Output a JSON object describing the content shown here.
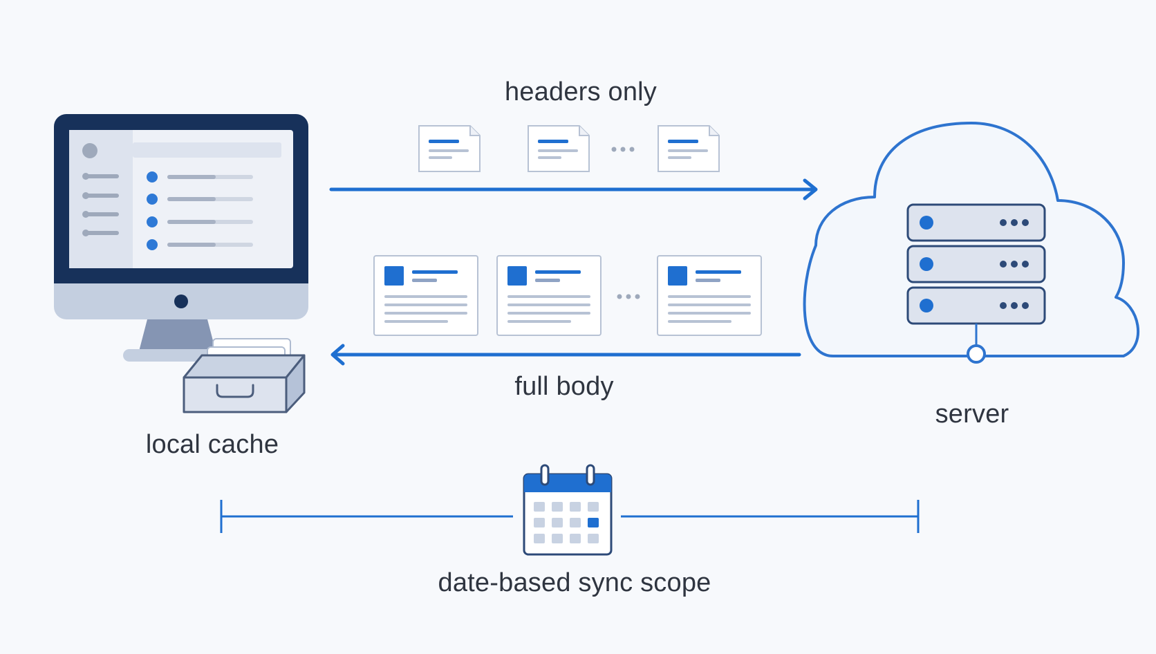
{
  "labels": {
    "headers": "headers only",
    "full_body": "full body",
    "server": "server",
    "local_cache": "local cache",
    "sync_scope": "date-based sync scope"
  },
  "colors": {
    "accent": "#1f6fd0",
    "navy": "#17315a",
    "screen": "#eef1f7",
    "sidebar": "#dde3ee",
    "stand": "#8595b3",
    "base": "#c4cfe0",
    "cloud_fill": "#f3f7fc",
    "text": "#2f3540"
  },
  "icons": {
    "computer": "desktop-monitor-icon",
    "cache": "file-drawer-icon",
    "server": "cloud-server-icon",
    "calendar": "calendar-icon",
    "header_doc": "document-header-icon",
    "body_doc": "document-body-icon"
  }
}
